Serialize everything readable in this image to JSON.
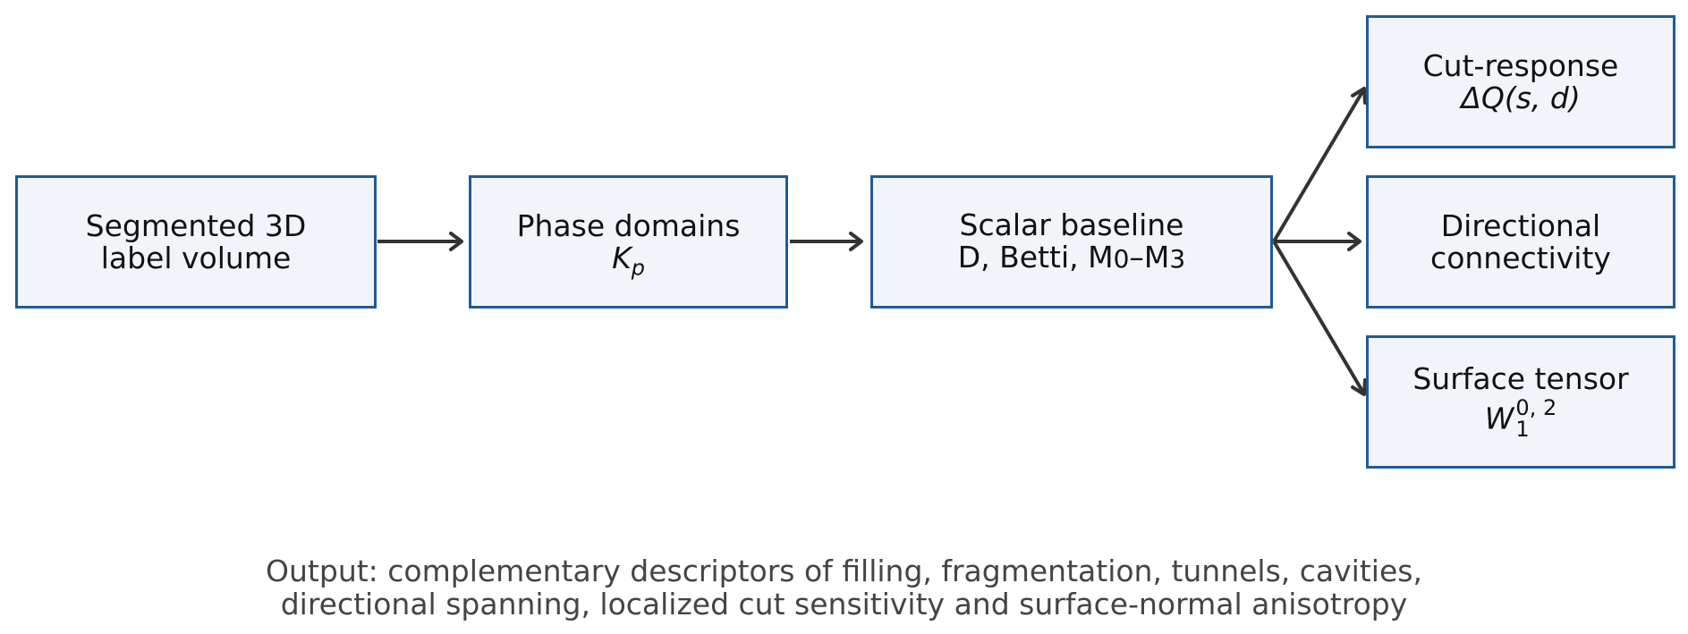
{
  "diagram": {
    "nodes": {
      "segmented": {
        "line1": "Segmented 3D",
        "line2": "label volume"
      },
      "phase": {
        "line1": "Phase domains",
        "math_base": "K",
        "math_sub": "p"
      },
      "scalar": {
        "line1": "Scalar baseline",
        "line2_prefix": "D, Betti, M",
        "sub0": "0",
        "dash": "–",
        "m": "M",
        "sub3": "3"
      },
      "cut": {
        "line1": "Cut-response",
        "math": "ΔQ(s, d)"
      },
      "directional": {
        "line1": "Directional",
        "line2": "connectivity"
      },
      "surface": {
        "line1": "Surface tensor",
        "math_base": "W",
        "math_sub": "1",
        "math_sup": "0, 2"
      }
    },
    "caption": {
      "line1": "Output: complementary descriptors of filling, fragmentation, tunnels, cavities,",
      "line2": "directional spanning, localized cut sensitivity and surface-normal anisotropy"
    },
    "colors": {
      "box_fill": "#f1f5fa",
      "box_border": "#215c92",
      "arrow": "#333333",
      "caption_text": "#444444"
    }
  }
}
